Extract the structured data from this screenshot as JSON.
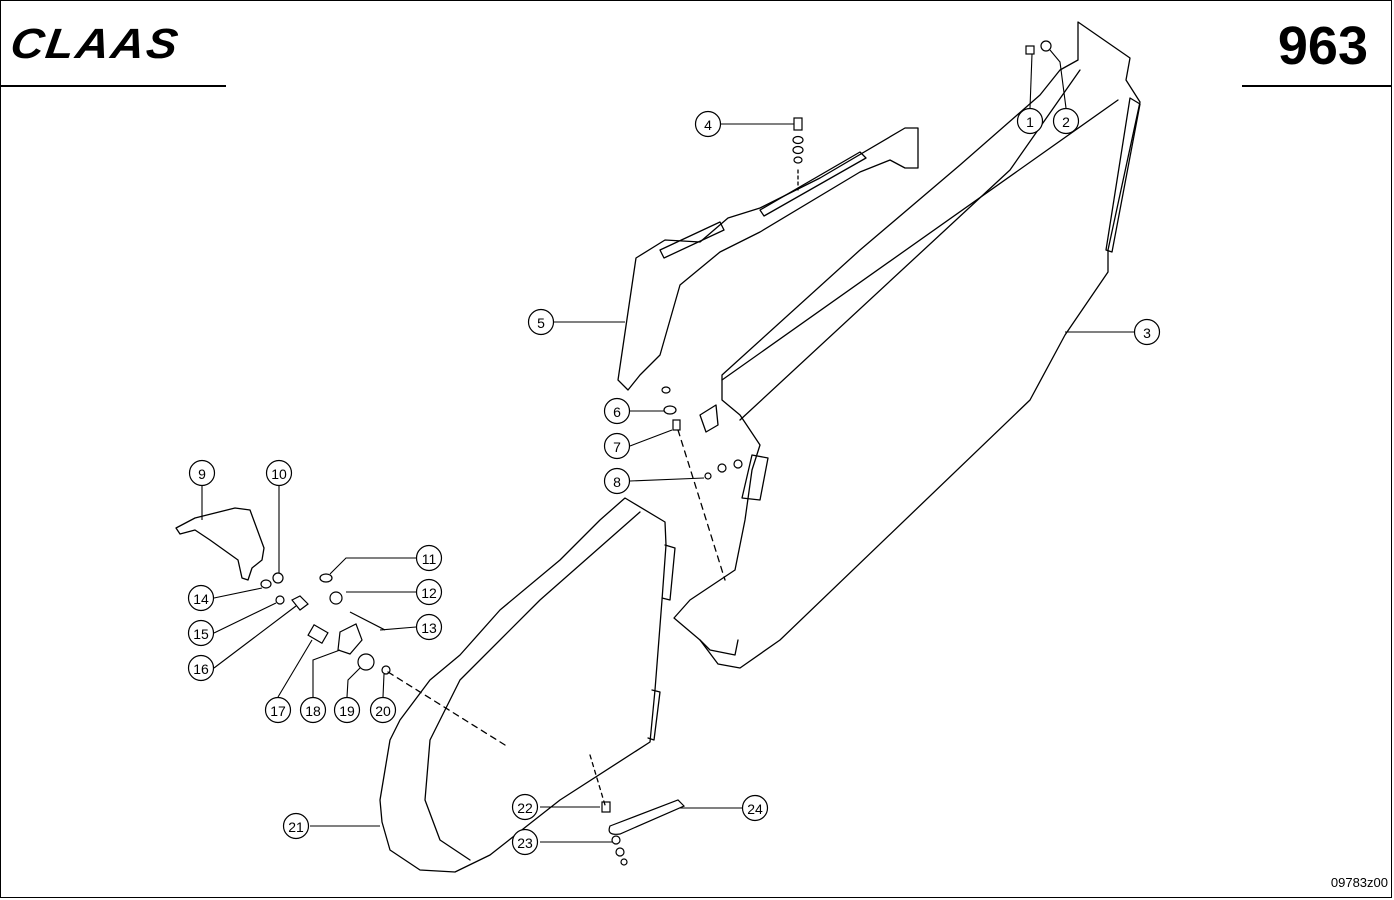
{
  "header": {
    "brand": "CLAAS",
    "page_number": "963"
  },
  "footer": {
    "drawing_code": "09783z00"
  },
  "callouts": [
    "1",
    "2",
    "3",
    "4",
    "5",
    "6",
    "7",
    "8",
    "9",
    "10",
    "11",
    "12",
    "13",
    "14",
    "15",
    "16",
    "17",
    "18",
    "19",
    "20",
    "21",
    "22",
    "23",
    "24"
  ],
  "colors": {
    "ink": "#000000",
    "paper": "#ffffff"
  }
}
